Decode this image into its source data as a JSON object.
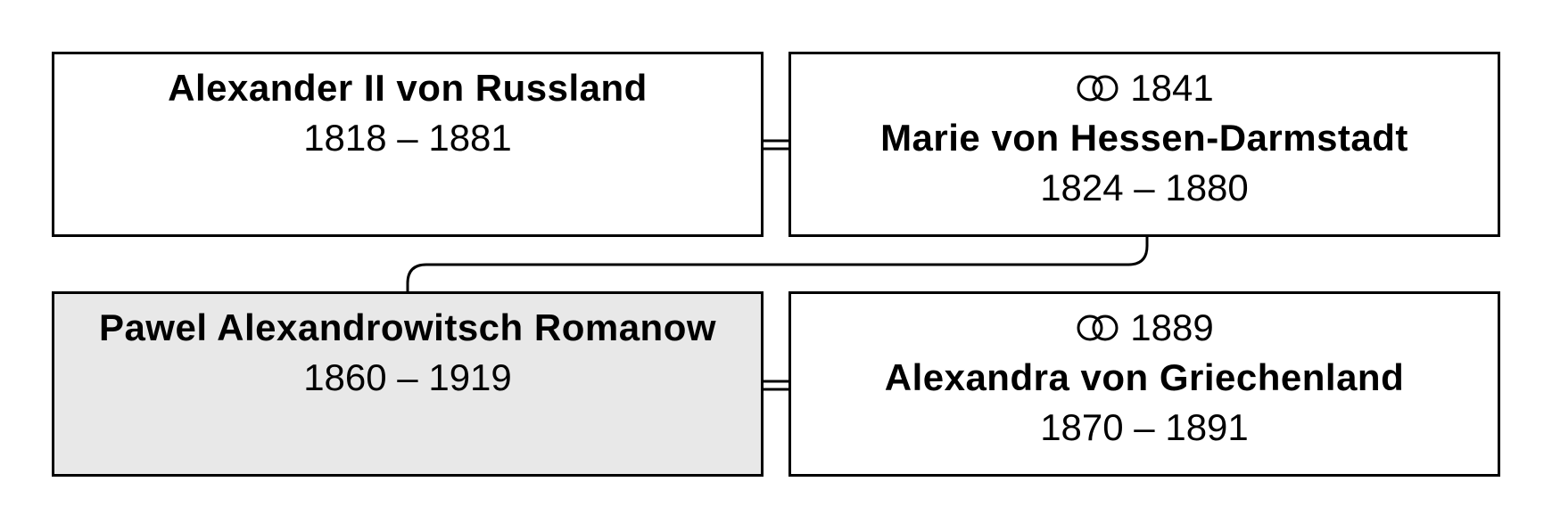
{
  "persons": [
    {
      "name": "Alexander II von Russland",
      "dates": "1818 – 1881"
    },
    {
      "marriage_year": "1841",
      "name": "Marie von Hessen-Darmstadt",
      "dates": "1824 – 1880"
    },
    {
      "name": "Pawel Alexandrowitsch Romanow",
      "dates": "1860 – 1919"
    },
    {
      "marriage_year": "1889",
      "name": "Alexandra von Griechenland",
      "dates": "1870 – 1891"
    }
  ],
  "icons": {
    "marriage": "interlocking-rings-icon"
  },
  "colors": {
    "highlight_background": "#e8e8e8",
    "border": "#000000",
    "background": "#ffffff"
  }
}
